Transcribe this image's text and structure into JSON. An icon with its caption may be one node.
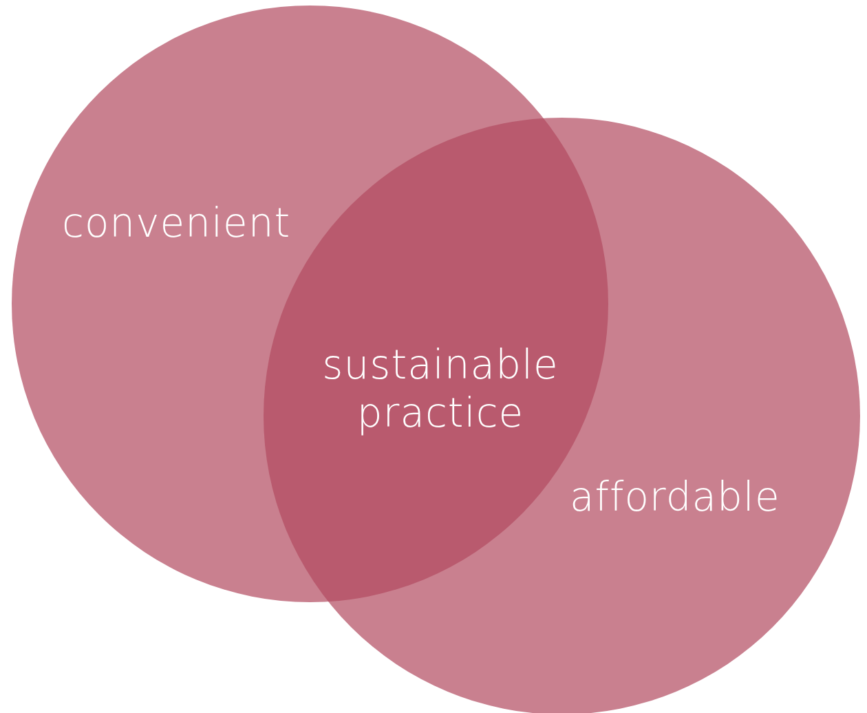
{
  "diagram": {
    "nodes": [
      {
        "text": [
          "convenient"
        ]
      },
      {
        "text": [
          "affordable"
        ]
      }
    ],
    "labels": [
      "sustainable practice"
    ]
  }
}
